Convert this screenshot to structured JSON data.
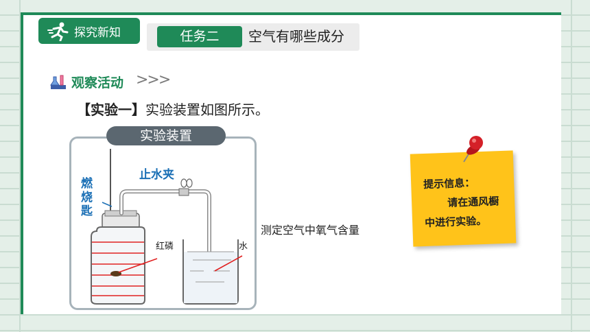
{
  "header": {
    "section_label": "探究新知",
    "task_label": "任务二",
    "task_title": "空气有哪些成分"
  },
  "activity": {
    "label": "观察活动",
    "chevrons": ">>>"
  },
  "experiment": {
    "bracket_label": "【实验一】",
    "text": "实验装置如图所示。"
  },
  "apparatus": {
    "title": "实验装置",
    "spoon_label": [
      "燃",
      "烧",
      "匙"
    ],
    "clamp_label": "止水夹",
    "phosphorus_label": "红磷",
    "water_label": "水",
    "purpose": "测定空气中氧气含量"
  },
  "tip_note": {
    "line1": "提示信息：",
    "line2": "请在通风橱",
    "line3": "中进行实验。"
  },
  "colors": {
    "brand_green": "#1f8a58",
    "label_blue": "#1a6fb5",
    "marker_red": "#e02020",
    "note_yellow": "#ffc31a"
  }
}
